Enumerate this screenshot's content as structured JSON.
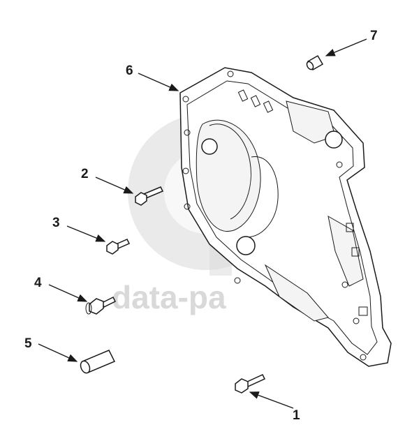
{
  "callouts": [
    "1",
    "2",
    "3",
    "4",
    "5",
    "6",
    "7"
  ],
  "watermark": {
    "text": "data-pa"
  },
  "colors": {
    "ink": "#1a1a1a",
    "watermark": "#d9d9d9",
    "background": "#ffffff"
  }
}
